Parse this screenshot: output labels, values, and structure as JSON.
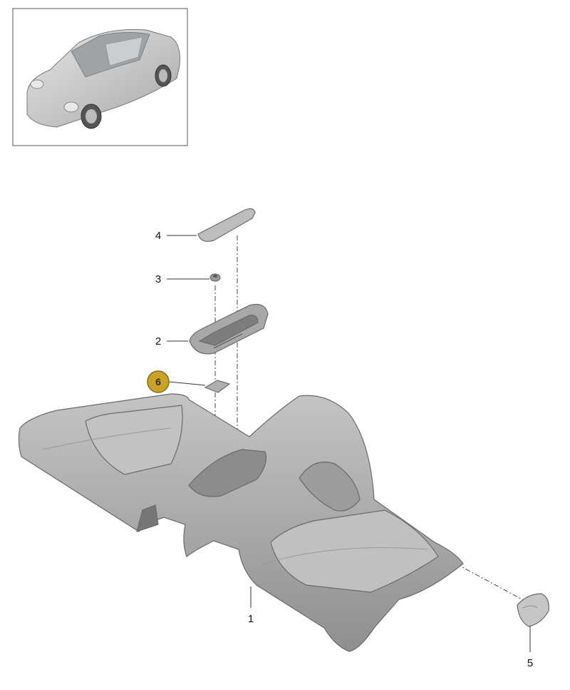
{
  "callouts": [
    {
      "number": "4",
      "highlighted": false
    },
    {
      "number": "3",
      "highlighted": false
    },
    {
      "number": "2",
      "highlighted": false
    },
    {
      "number": "6",
      "highlighted": true
    },
    {
      "number": "1",
      "highlighted": false
    },
    {
      "number": "5",
      "highlighted": false
    }
  ],
  "colors": {
    "highlight_badge": "#c9a227",
    "part_fill": "#b3b3b3",
    "part_shade": "#8e8e8e",
    "part_light": "#cfcfcf"
  }
}
